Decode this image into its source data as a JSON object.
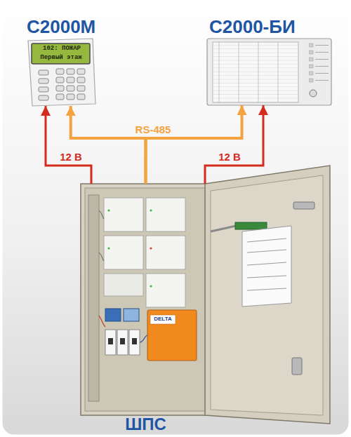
{
  "diagram": {
    "nodes": [
      {
        "text": [
          "С2000М"
        ]
      },
      {
        "text": [
          "С2000-БИ"
        ]
      },
      {
        "text": [
          "ШПС"
        ]
      }
    ],
    "edges": [
      {
        "from": 2,
        "to": 0,
        "arrow": "to",
        "label": "RS-485"
      },
      {
        "from": 2,
        "to": 1,
        "arrow": "to"
      },
      {
        "from": 2,
        "to": 0,
        "arrow": "to",
        "label": "12 В"
      },
      {
        "from": 2,
        "to": 1,
        "arrow": "to",
        "label": "12 В"
      }
    ],
    "labels": [
      "102: ПОЖАР",
      "Первый этаж",
      "DELTA"
    ]
  }
}
